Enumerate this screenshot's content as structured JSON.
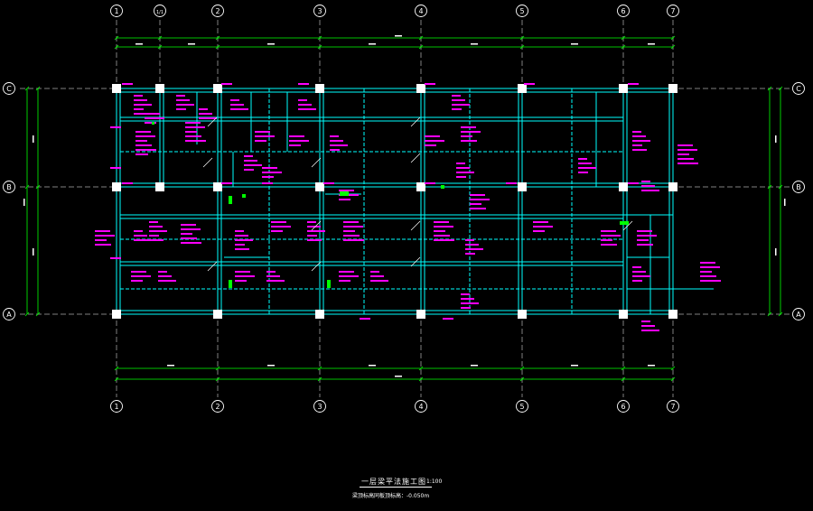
{
  "drawing": {
    "title": "一层梁平法施工图",
    "scale": "1:100",
    "note": "梁顶标高同板顶标高：-0.050m"
  },
  "grids": {
    "columns": [
      "1",
      "1/1",
      "2",
      "3",
      "4",
      "5",
      "6",
      "7"
    ],
    "rows": [
      "C",
      "B",
      "A"
    ]
  },
  "colors": {
    "background": "#000000",
    "axis": "#00ff00",
    "beam": "#00ffff",
    "annotation": "#ff00ff",
    "column": "#ffffff",
    "grid_bubble": "#ffffff"
  }
}
